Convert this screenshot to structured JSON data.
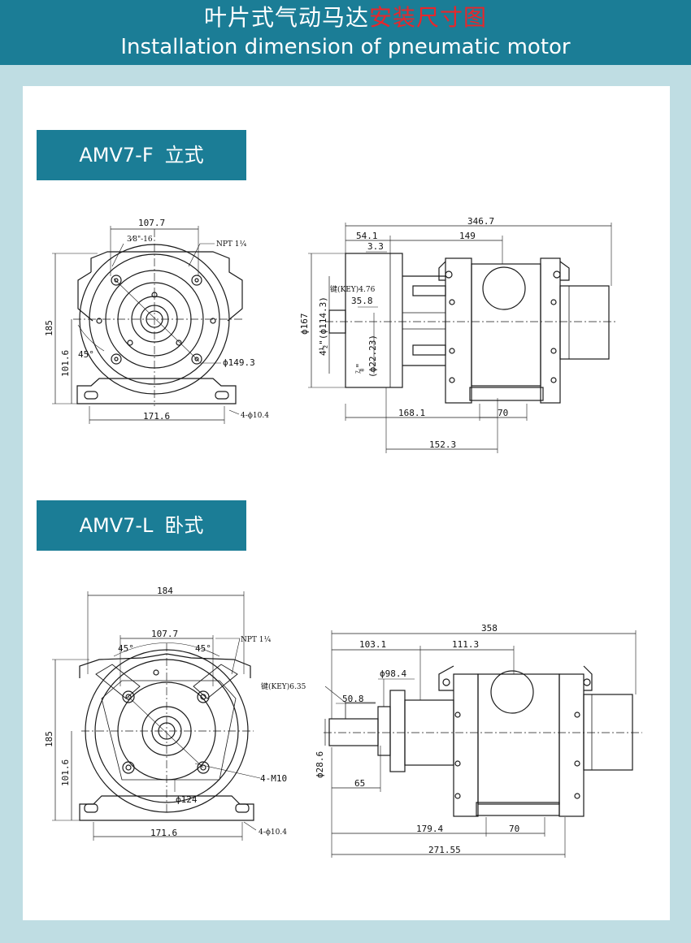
{
  "header": {
    "title_cn_part1": "叶片式气动马达",
    "title_cn_part2": "安装尺寸图",
    "title_en": "Installation dimension of pneumatic motor"
  },
  "colors": {
    "header_bg": "#1b7d96",
    "highlight": "#e8262b",
    "page_bg": "#bfdde3"
  },
  "section1": {
    "model": "AMV7-F",
    "type": "立式",
    "front": {
      "d1": "107.7",
      "d2": "3⁄8\"-16",
      "d3": "NPT 1¼",
      "d4": "185",
      "d5": "101.6",
      "d6": "45°",
      "d7": "ϕ149.3",
      "d8": "171.6",
      "d9": "4-ϕ10.4"
    },
    "side": {
      "d1": "346.7",
      "d2": "54.1",
      "d3": "149",
      "d4": "3.3",
      "d5": "键(KEY)4.76",
      "d6": "35.8",
      "d7": "ϕ167",
      "d8": "4½\"(ϕ114.3)",
      "d9": "⅞\"",
      "d10": "(ϕ22.23)",
      "d11": "168.1",
      "d12": "70",
      "d13": "152.3"
    }
  },
  "section2": {
    "model": "AMV7-L",
    "type": "卧式",
    "front": {
      "d1": "184",
      "d2": "107.7",
      "d3": "45°",
      "d4": "45°",
      "d5": "NPT 1¼",
      "d6": "185",
      "d7": "101.6",
      "d8": "4-M10",
      "d9": "ϕ124",
      "d10": "171.6",
      "d11": "4-ϕ10.4"
    },
    "side": {
      "d1": "358",
      "d2": "103.1",
      "d3": "111.3",
      "d4": "ϕ98.4",
      "d5": "键(KEY)6.35",
      "d6": "50.8",
      "d7": "ϕ28.6",
      "d8": "65",
      "d9": "179.4",
      "d10": "70",
      "d11": "271.55"
    }
  }
}
